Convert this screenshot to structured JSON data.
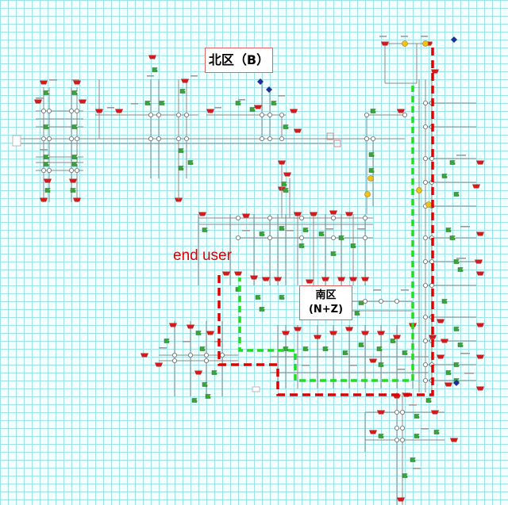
{
  "regions": {
    "north": {
      "label": "北区（B）"
    },
    "south": {
      "label_line1": "南区",
      "label_line2": "(N+Z)"
    }
  },
  "annotation": {
    "end_user": "end user"
  },
  "colors": {
    "pipe": "#8a8a8a",
    "node_fill": "#ffffff",
    "valve": "#d01c1c",
    "consumer": "#3aa63a",
    "pump": "#f2c21b",
    "source": "#1f2f9a",
    "red_boundary": "#e00000",
    "green_path": "#22dd22"
  }
}
